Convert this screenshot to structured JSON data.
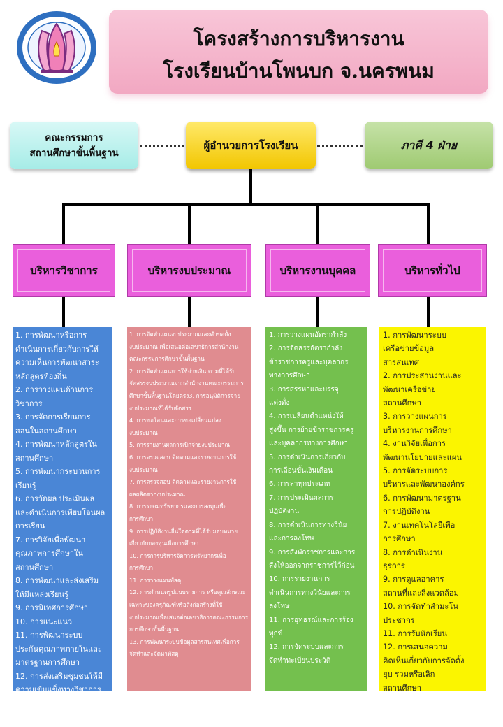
{
  "header": {
    "logo_name": "school-emblem",
    "title_line1": "โครงสร้างการบริหารงาน",
    "title_line2": "โรงเรียนบ้านโพนบก จ.นครพนม"
  },
  "top": {
    "board_line1": "คณะกรรมการ",
    "board_line2": "สถานศึกษาขั้นพื้นฐาน",
    "director": "ผู้อำนวยการโรงเรียน",
    "network": "ภาคี 4 ฝ่าย"
  },
  "departments": [
    "บริหารวิชาการ",
    "บริหารงบประมาณ",
    "บริหารงานบุคคล",
    "บริหารทั่วไป"
  ],
  "colors": {
    "banner": "#f2a8c2",
    "director": "#f2c600",
    "board": "#a6ece7",
    "network": "#9fca72",
    "department": "#ea5fdc",
    "academic_list": "#4a86d6",
    "budget_list": "#e08c90",
    "personnel_list": "#74c04e",
    "general_list": "#fbf500"
  },
  "academic": [
    "1.  การพัฒนาหรือการ",
    "ดำเนินการเกี่ยวกับการให้",
    "ความเห็นการพัฒนาสาระ",
    "หลักสูตรท้องถิ่น",
    "2.  การวางแผนด้านการ",
    "วิชาการ",
    "3.  การจัดการเรียนการ",
    "สอนในสถานศึกษา",
    "4.  การพัฒนาหลักสูตรใน",
    "สถานศึกษา",
    "5.  การพัฒนากระบวนการ",
    "เรียนรู้",
    "6.  การวัดผล ประเมินผล",
    "และดำเนินการเทียบโอนผล",
    "การเรียน",
    "7.  การวิจัยเพื่อพัฒนา",
    "คุณภาพการศึกษาใน",
    "สถานศึกษา",
    "8.  การพัฒนาและส่งเสริม",
    "ให้มีแหล่งเรียนรู้",
    "9.  การนิเทศการศึกษา",
    "10.  การแนะแนว",
    "11.  การพัฒนาระบบ",
    "ประกันคุณภาพภายในและ",
    "มาตรฐานการศึกษา",
    "12.  การส่งเสริมชุมชนให้มี",
    "ความเข้มแข็งทางวิชาการ"
  ],
  "budget": [
    "1.  การจัดทำแผนงบประมาณและคำขอตั้ง",
    "งบประมาณ เพื่อเสนอต่อเลขาธิการสำนักงาน",
    "คณะกรรมการศึกษาขั้นพื้นฐาน",
    "2.  การจัดทำแผนการใช้จ่ายเงิน ตามที่ได้รับ",
    "จัดสรรงบประมาณจากสำนักงานคณะกรรมการ",
    "ศึกษาขั้นพื้นฐานโดยตรง3.  การอนุมัติการจ่าย",
    "งบประมาณที่ได้รับจัดสรร",
    "4.  การขอโอนและการขอเปลี่ยนแปลง",
    "งบประมาณ",
    "5.  การรายงานผลการเบิกจ่ายงบประมาณ",
    "6.  การตรวจสอบ ติดตามและรายงานการใช้",
    "งบประมาณ",
    "7.  การตรวจสอบ ติดตามและรายงานการใช้",
    "ผลผลิตจากงบประมาณ",
    "8.  การระดมทรัพยากรและการลงทุนเพื่อ",
    "การศึกษา",
    "9.  การปฏิบัติงานอื่นใดตามที่ได้รับมอบหมาย",
    "เกี่ยวกับกองทุนเพื่อการศึกษา",
    "10.  การการบริหารจัดการทรัพยากรเพื่อ",
    "การศึกษา",
    "11.  การวางแผนพัสดุ",
    "12.  การกำหนดรูปแบบรายการ หรือคุณลักษณะ",
    "เฉพาะของครุภัณฑ์หรือสิ่งก่อสร้างที่ใช้",
    "งบประมาณเพื่อเสนอต่อเลขาธิการคณะกรรมการ",
    "การศึกษาขั้นพื้นฐาน",
    "13.  การพัฒนาระบบข้อมูลสารสนเทศเพื่อการ",
    "จัดทำและจัดหาพัสดุ"
  ],
  "personnel": [
    "1.  การวางแผนอัตรากำลัง",
    "2.  การจัดสรรอัตรากำลัง",
    "ข้าราชการครูและบุคลากร",
    "ทางการศึกษา",
    "3.  การสรรหาและบรรจุ",
    "แต่งตั้ง",
    "4.  การเปลี่ยนตำแหน่งให้",
    "สูงขึ้น การย้ายข้าราชการครู",
    "และบุคลากรทางการศึกษา",
    "5.  การดำเนินการเกี่ยวกับ",
    "การเลื่อนขั้นเงินเดือน",
    "6.  การลาทุกประเภท",
    "7.  การประเมินผลการ",
    "ปฏิบัติงาน",
    "8.  การดำเนินการทางวินัย",
    "และการลงโทษ",
    "9.  การสั่งพักราชการและการ",
    "สั่งให้ออกจากราชการไว้ก่อน",
    "10.  การรายงานการ",
    "ดำเนินการทางวินัยและการ",
    "ลงโทษ",
    "11.  การอุทธรณ์และการร้อง",
    "ทุกข์",
    "12.  การจัดระบบและการ",
    "จัดทำทะเบียนประวัติ"
  ],
  "general": [
    "1.  การพัฒนาระบบ",
    "เครือข่ายข้อมูล",
    "สารสนเทศ",
    "2.  การประสานงานและ",
    "พัฒนาเครือข่าย",
    "สถานศึกษา",
    "3.  การวางแผนการ",
    "บริหารงานการศึกษา",
    "4.  งานวิจัยเพื่อการ",
    "พัฒนานโยบายและแผน",
    "5.  การจัดระบบการ",
    "บริหารและพัฒนาองค์กร",
    "6.  การพัฒนามาตรฐาน",
    "การปฏิบัติงาน",
    "7.  งานเทคโนโลยีเพื่อ",
    "การศึกษา",
    "8.  การดำเนินงาน",
    "ธุรการ",
    "9.  การดูแลอาคาร",
    "สถานที่และสิ่งแวดล้อม",
    "10.  การจัดทำสำมะโน",
    "ประชากร",
    "11.  การรับนักเรียน",
    "12.  การเสนอความ",
    "คิดเห็นเกี่ยวกับการจัดตั้ง",
    "ยุบ รวมหรือเลิก",
    "สถานศึกษา"
  ]
}
